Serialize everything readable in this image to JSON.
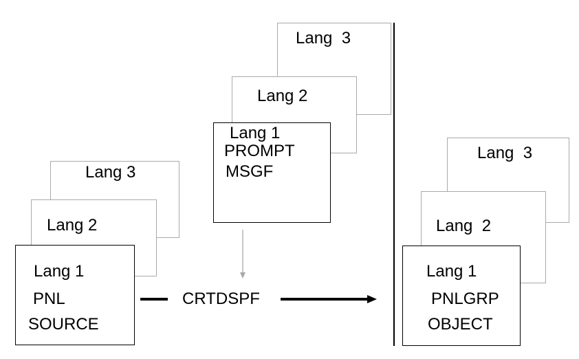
{
  "left_group": {
    "lang3": "Lang 3",
    "lang2": "Lang 2",
    "lang1": "Lang 1",
    "line2": "PNL",
    "line3": "SOURCE"
  },
  "middle_group": {
    "lang3": "Lang  3",
    "lang2": "Lang 2",
    "lang1": "Lang 1",
    "line2": "PROMPT",
    "line3": "MSGF"
  },
  "arrow_label": "CRTDSPF",
  "right_group": {
    "lang3": "Lang  3",
    "lang2": "Lang  2",
    "lang1": "Lang 1",
    "line2": "PNLGRP",
    "line3": "OBJECT"
  }
}
